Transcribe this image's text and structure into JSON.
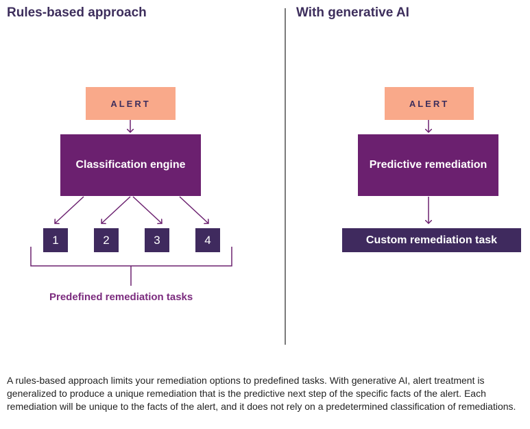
{
  "left": {
    "heading": "Rules-based approach",
    "alert_label": "ALERT",
    "engine_label": "Classification engine",
    "tasks": [
      "1",
      "2",
      "3",
      "4"
    ],
    "group_label": "Predefined remediation tasks"
  },
  "right": {
    "heading": "With generative AI",
    "alert_label": "ALERT",
    "engine_label": "Predictive remediation",
    "task_label": "Custom remediation task"
  },
  "caption": "A rules-based approach limits your remediation options to predefined tasks. With generative AI, alert treatment is generalized to produce a unique remediation that is the predictive next step of the specific facts of the alert. Each remediation will be unique to the facts of the alert, and it does not rely on a predetermined classification of remediations.",
  "colors": {
    "alert_fill": "#f9a98a",
    "engine_fill": "#6b206f",
    "task_fill": "#3f2a5e",
    "connector": "#6b206f",
    "heading_text": "#3d2e5c"
  }
}
